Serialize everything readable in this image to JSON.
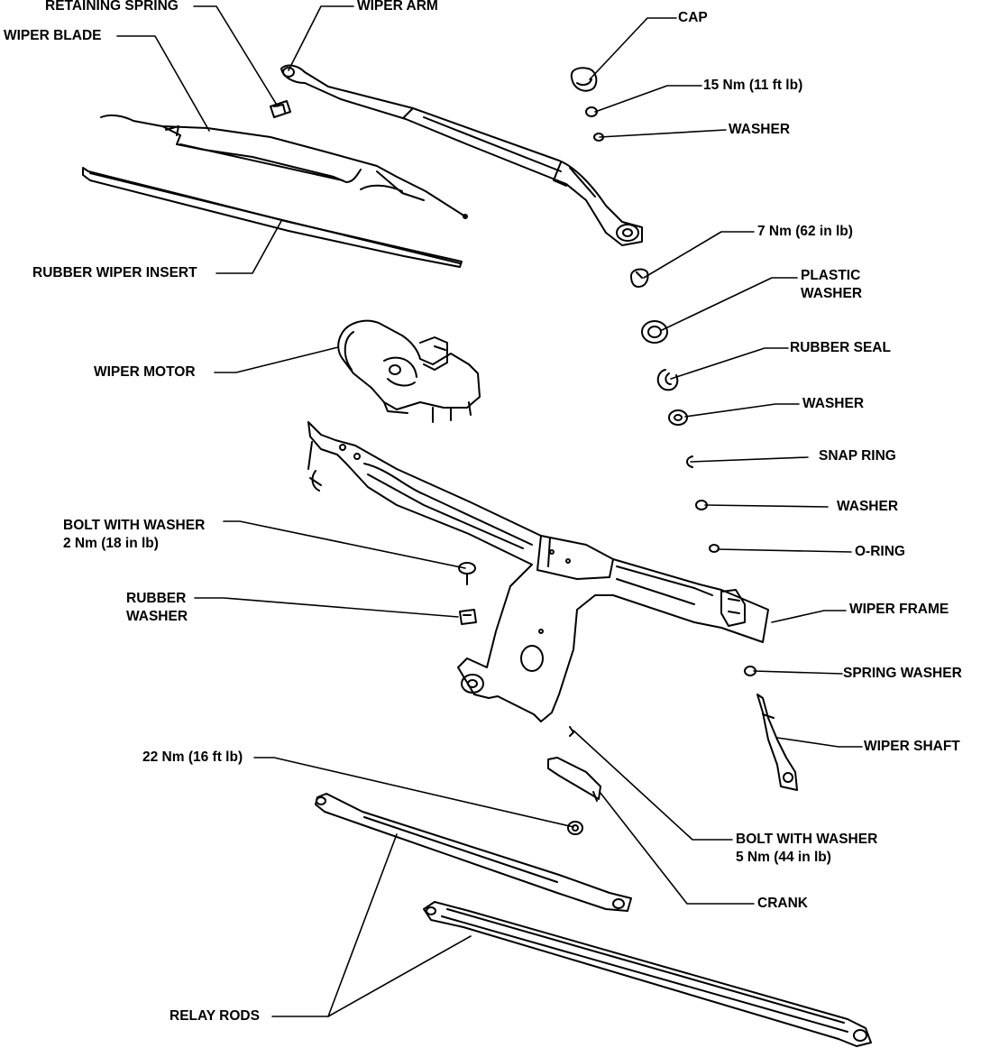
{
  "diagram": {
    "labels": {
      "retaining_spring": "RETAINING SPRING",
      "wiper_arm": "WIPER ARM",
      "cap": "CAP",
      "wiper_blade": "WIPER BLADE",
      "torque_15nm": "15 Nm (11 ft lb)",
      "washer_1": "WASHER",
      "torque_7nm": "7 Nm (62 in lb)",
      "plastic_washer_1": "PLASTIC",
      "plastic_washer_2": "WASHER",
      "rubber_wiper_insert": "RUBBER WIPER INSERT",
      "rubber_seal": "RUBBER SEAL",
      "wiper_motor": "WIPER MOTOR",
      "washer_2": "WASHER",
      "snap_ring": "SNAP RING",
      "washer_3": "WASHER",
      "bolt_washer_2nm_1": "BOLT WITH WASHER",
      "bolt_washer_2nm_2": "2 Nm (18 in lb)",
      "o_ring": "O-RING",
      "rubber_washer_1": "RUBBER",
      "rubber_washer_2": "WASHER",
      "wiper_frame": "WIPER FRAME",
      "spring_washer": "SPRING WASHER",
      "wiper_shaft": "WIPER SHAFT",
      "torque_22nm": "22 Nm (16 ft lb)",
      "bolt_washer_5nm_1": "BOLT WITH WASHER",
      "bolt_washer_5nm_2": "5 Nm (44 in lb)",
      "crank": "CRANK",
      "relay_rods": "RELAY RODS"
    },
    "colors": {
      "ink": "#000000",
      "paper": "#ffffff"
    }
  }
}
